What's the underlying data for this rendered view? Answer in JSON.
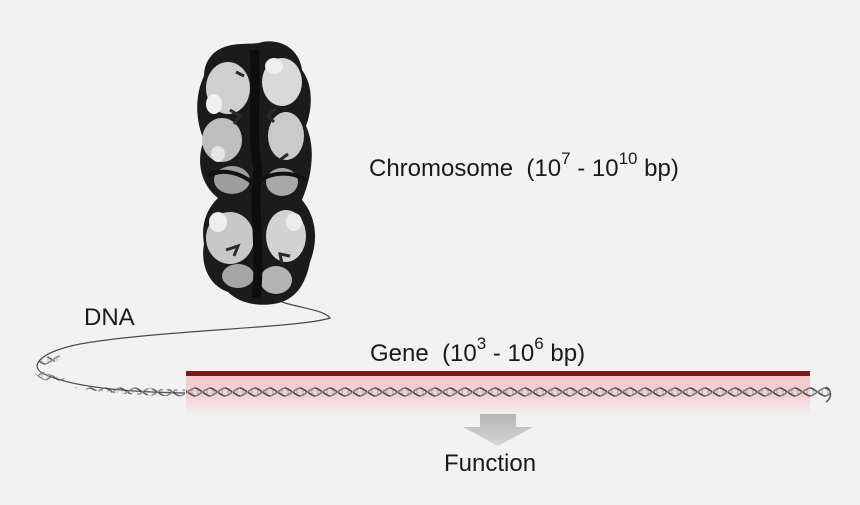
{
  "labels": {
    "chromosome": {
      "name": "Chromosome",
      "open": "(10",
      "exp1": "7",
      "mid": " - 10",
      "exp2": "10",
      "unit": " bp)"
    },
    "gene": {
      "name": "Gene",
      "open": "(10",
      "exp1": "3",
      "mid": " - 10",
      "exp2": "6",
      "unit": " bp)"
    },
    "dna": "DNA",
    "function": "Function"
  },
  "colors": {
    "background": "#f2f2f2",
    "gene_bar": "#7a1a1a",
    "gene_highlight": "#f4c4c8",
    "arrow": "#c8c8c8",
    "chromosome_dark": "#111111",
    "chromosome_light": "#d8d8d8",
    "helix": "#555555"
  },
  "icons": {
    "chromosome": "chromosome-illustration",
    "arrow": "down-arrow-icon"
  }
}
